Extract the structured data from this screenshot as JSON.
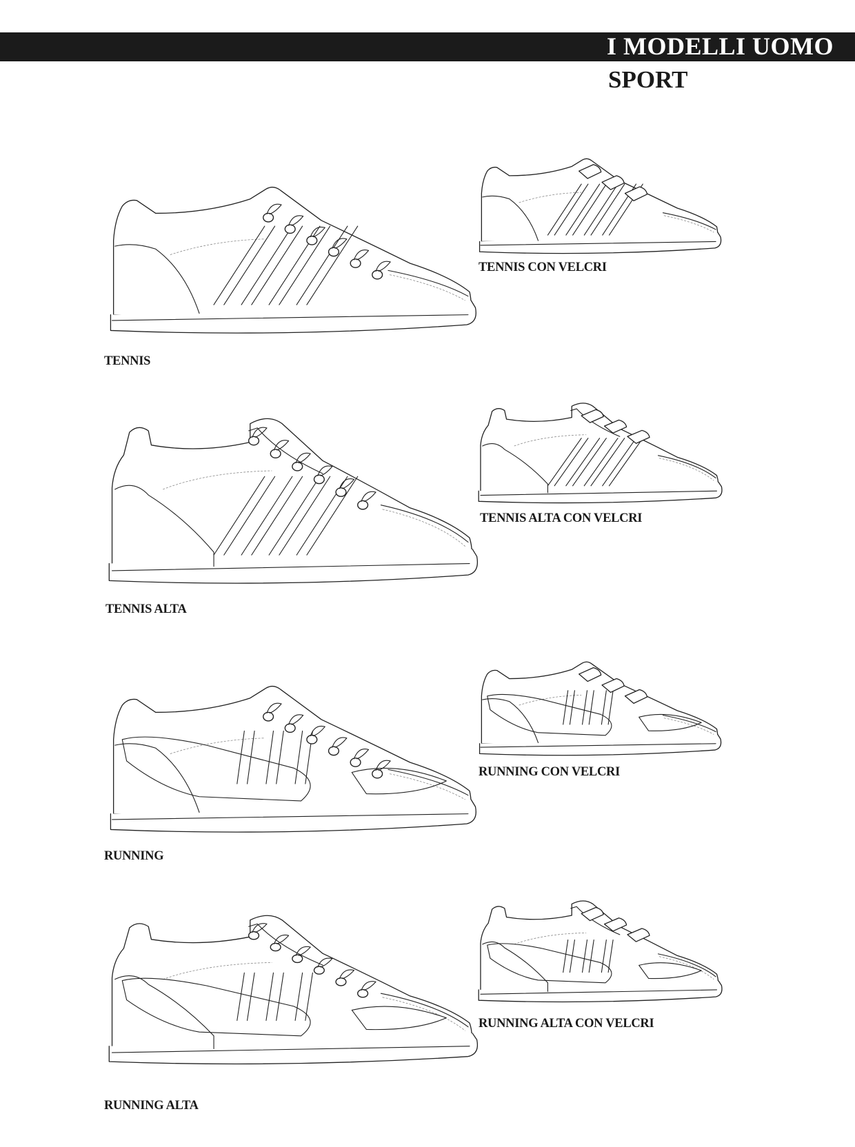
{
  "header": {
    "title": "I MODELLI UOMO",
    "subtitle": "SPORT"
  },
  "models": [
    {
      "id": "tennis",
      "label": "TENNIS",
      "icon": "tennis-shoe-drawing"
    },
    {
      "id": "tennis-con-velcri",
      "label": "TENNIS CON VELCRI",
      "icon": "tennis-velcro-shoe-drawing"
    },
    {
      "id": "tennis-alta",
      "label": "TENNIS ALTA",
      "icon": "tennis-high-shoe-drawing"
    },
    {
      "id": "tennis-alta-con-velcri",
      "label": "TENNIS ALTA CON VELCRI",
      "icon": "tennis-high-velcro-shoe-drawing"
    },
    {
      "id": "running",
      "label": "RUNNING",
      "icon": "running-shoe-drawing"
    },
    {
      "id": "running-con-velcri",
      "label": "RUNNING CON VELCRI",
      "icon": "running-velcro-shoe-drawing"
    },
    {
      "id": "running-alta",
      "label": "RUNNING ALTA",
      "icon": "running-high-shoe-drawing"
    },
    {
      "id": "running-alta-con-velcri",
      "label": "RUNNING ALTA CON VELCRI",
      "icon": "running-high-velcro-shoe-drawing"
    }
  ],
  "colors": {
    "header_bar": "#1b1b1b",
    "header_text": "#ffffff",
    "line": "#222222",
    "page": "#ffffff"
  }
}
